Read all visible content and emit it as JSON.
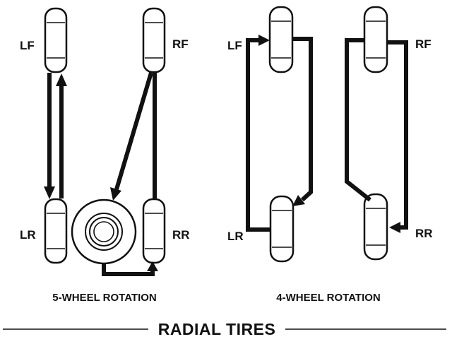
{
  "five_wheel": {
    "labels": {
      "lf": "LF",
      "rf": "RF",
      "lr": "LR",
      "rr": "RR"
    },
    "caption": "5-WHEEL ROTATION"
  },
  "four_wheel": {
    "labels": {
      "lf": "LF",
      "rf": "RF",
      "lr": "LR",
      "rr": "RR"
    },
    "caption": "4-WHEEL ROTATION"
  },
  "title": "RADIAL TIRES"
}
